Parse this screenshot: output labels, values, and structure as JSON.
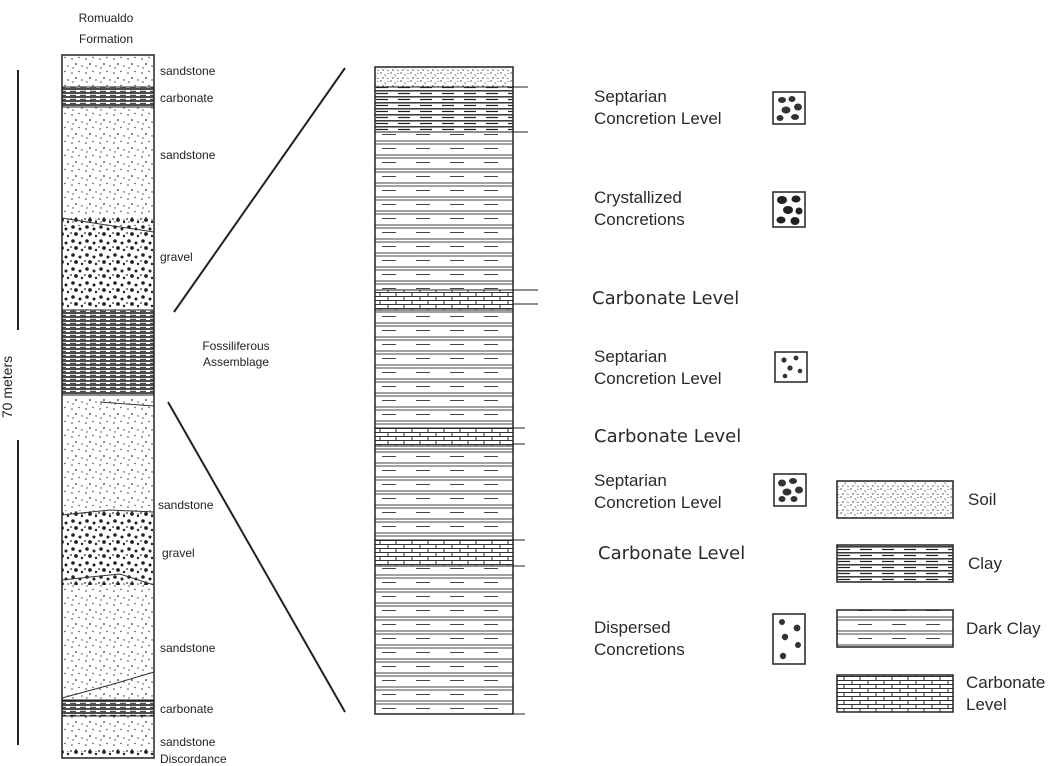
{
  "column": {
    "title_line1": "Romualdo",
    "title_line2": "Formation",
    "scale_label": "70 meters",
    "layers": [
      "sandstone",
      "carbonate",
      "sandstone",
      "gravel",
      "sandstone",
      "gravel",
      "sandstone",
      "carbonate",
      "sandstone"
    ],
    "discordance": "Discordance",
    "assemblage_line1": "Fossiliferous",
    "assemblage_line2": "Assemblage"
  },
  "levels": [
    {
      "line1": "Septarian",
      "line2": "Concretion Level"
    },
    {
      "line1": "Crystallized",
      "line2": "Concretions"
    },
    {
      "line1": "Carbonate Level"
    },
    {
      "line1": "Septarian",
      "line2": "Concretion Level"
    },
    {
      "line1": "Carbonate Level"
    },
    {
      "line1": "Septarian",
      "line2": "Concretion Level"
    },
    {
      "line1": "Carbonate Level"
    },
    {
      "line1": "Dispersed",
      "line2": "Concretions"
    }
  ],
  "legend": [
    {
      "label": "Soil"
    },
    {
      "label": "Clay"
    },
    {
      "label": "Dark Clay"
    },
    {
      "label_line1": "Carbonate",
      "label_line2": "Level"
    }
  ]
}
